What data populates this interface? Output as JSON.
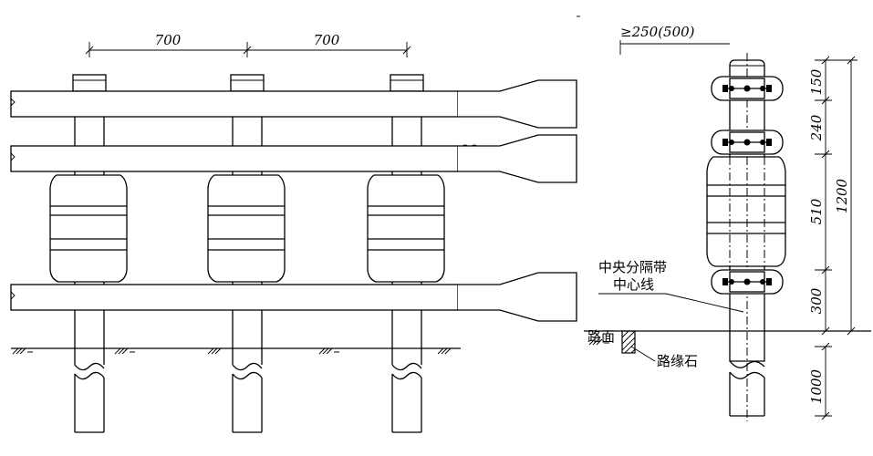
{
  "front_view": {
    "spacing_left": "700",
    "spacing_right": "700"
  },
  "side_view": {
    "setback": "≥250(500)",
    "dim_top": "150",
    "dim_upper_beam": "240",
    "dim_roller": "510",
    "dim_lower": "300",
    "dim_total": "1200",
    "dim_embed": "1000",
    "median_label_line1": "中央分隔带",
    "median_label_line2": "中心线",
    "road_surface": "路面",
    "curb_stone": "路缘石"
  }
}
